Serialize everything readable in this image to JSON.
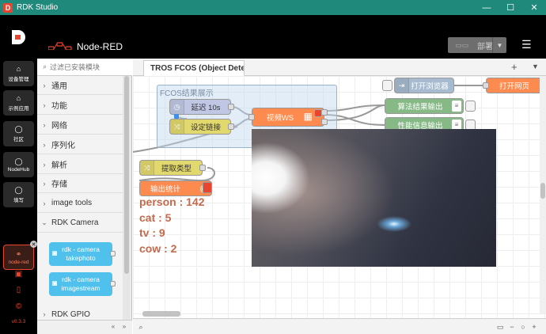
{
  "window": {
    "title": "RDK Studio"
  },
  "leftnav": {
    "items": [
      {
        "label": "设备管理"
      },
      {
        "label": "示例应用"
      },
      {
        "label": "社区"
      },
      {
        "label": "NodeHub"
      },
      {
        "label": "填写"
      }
    ],
    "active_item": {
      "label": "node-red"
    },
    "version": "v0.3.3"
  },
  "header": {
    "title": "Node-RED",
    "deploy_label": "部署"
  },
  "palette": {
    "search_placeholder": "过滤已安装模块",
    "categories": [
      {
        "label": "通用"
      },
      {
        "label": "功能"
      },
      {
        "label": "网络"
      },
      {
        "label": "序列化"
      },
      {
        "label": "解析"
      },
      {
        "label": "存储"
      },
      {
        "label": "image tools"
      },
      {
        "label": "RDK Camera"
      },
      {
        "label": "RDK GPIO"
      }
    ],
    "nodes": [
      {
        "line1": "rdk - camera",
        "line2": "takephoto"
      },
      {
        "line1": "rdk - camera",
        "line2": "imagestream"
      }
    ]
  },
  "workspace": {
    "tab_label": "TROS FCOS (Object Detection)",
    "group_label": "FCOS结果展示",
    "nodes": {
      "delay": "延迟 10s",
      "set_link": "设定链接",
      "video_ws": "视频WS",
      "open_browser": "打开浏览器",
      "open_page": "打开网页",
      "algo_output": "算法结果输出",
      "perf_output": "性能信息输出",
      "extract_type": "提取类型",
      "output_stats": "输出统计"
    },
    "stats": [
      "person : 142",
      "cat : 5",
      "tv : 9",
      "cow : 2"
    ]
  },
  "colors": {
    "titlebar": "#1f8a7b",
    "accent": "#e8442e",
    "node_orange": "#fd8a4e",
    "node_green": "#87b987",
    "node_yellow": "#e2d96e",
    "node_lavender": "#c0c7e4",
    "node_blue": "#a6bbcf",
    "palette_node": "#4fc1ec"
  },
  "icons": [
    "app-icon",
    "minimize-icon",
    "maximize-icon",
    "close-icon",
    "node-red-logo",
    "deploy-icon",
    "menu-icon",
    "search-icon",
    "chevron-right-icon",
    "chevron-down-icon",
    "camera-icon",
    "link-icon",
    "image-icon",
    "book-icon",
    "copyright-icon"
  ]
}
